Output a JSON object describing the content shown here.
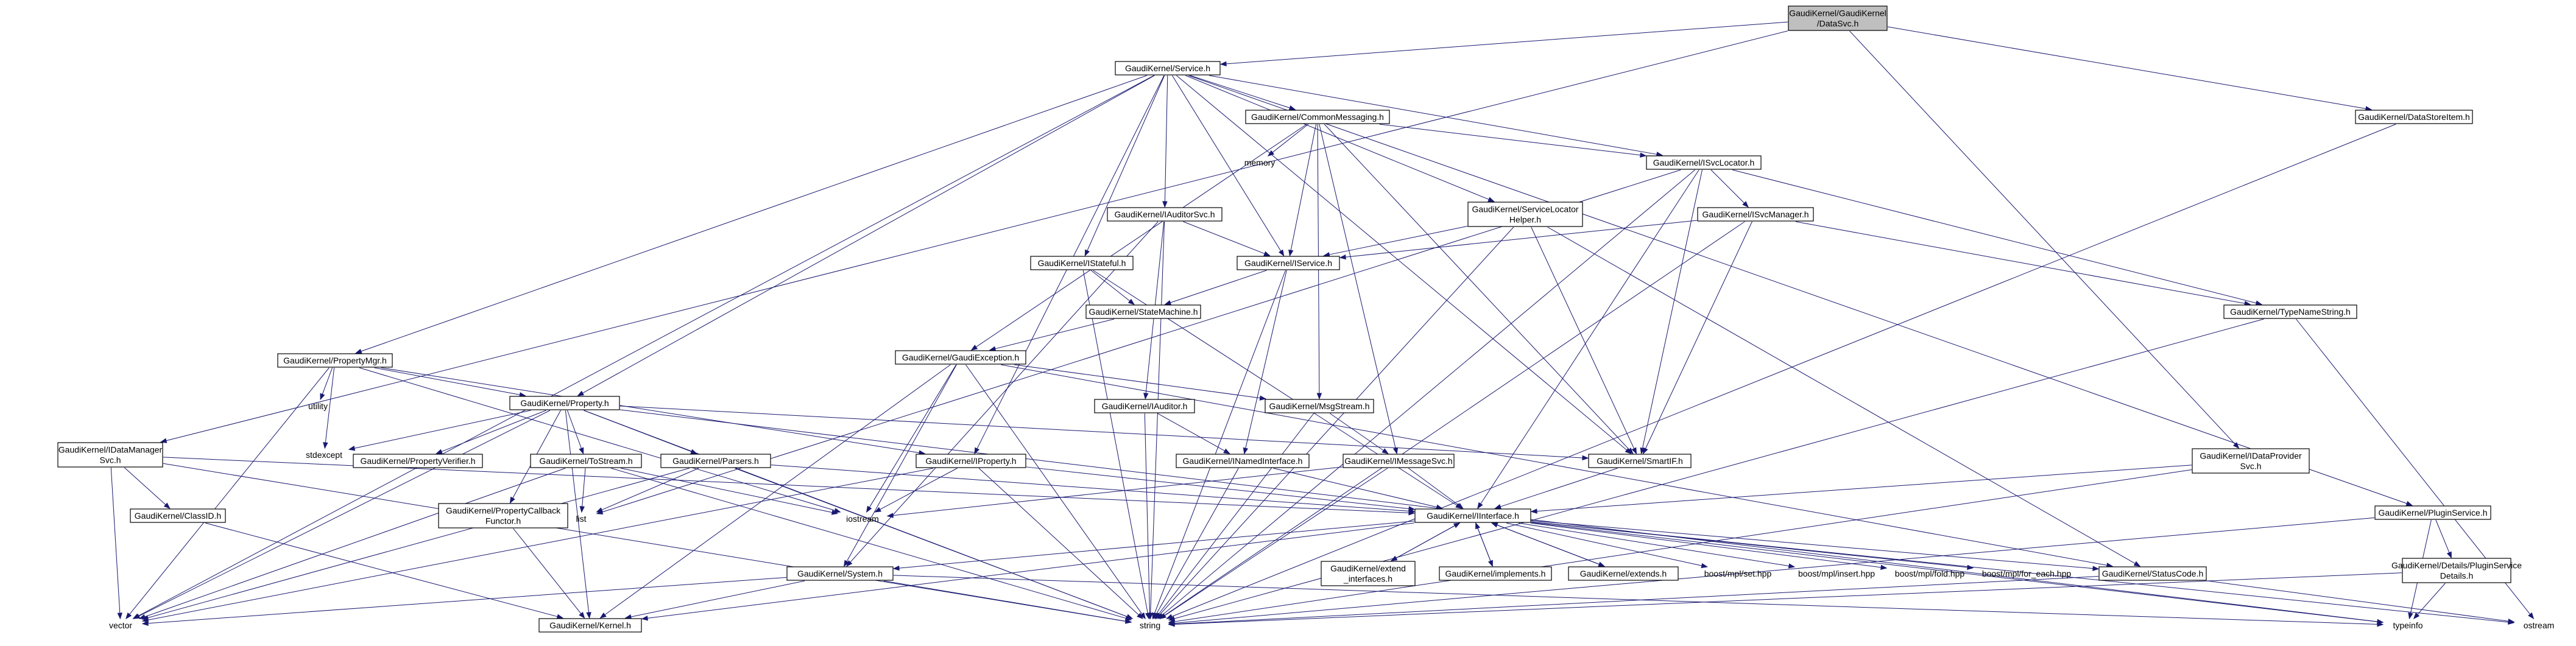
{
  "colors": {
    "root_fill": "#bfbfbf",
    "node_fill": "#ffffff",
    "border_normal": "#000000",
    "border_truncated": "#ff0000",
    "edge": "#191970"
  },
  "nodes": {
    "datasvc": [
      "GaudiKernel/GaudiKernel",
      "/DataSvc.h"
    ],
    "service": [
      "GaudiKernel/Service.h"
    ],
    "commonmessaging": [
      "GaudiKernel/CommonMessaging.h"
    ],
    "datastoreitem": [
      "GaudiKernel/DataStoreItem.h"
    ],
    "isvclocator": [
      "GaudiKernel/ISvcLocator.h"
    ],
    "memory": [
      "memory"
    ],
    "iauditorsvc": [
      "GaudiKernel/IAuditorSvc.h"
    ],
    "servicelocatorhelper": [
      "GaudiKernel/ServiceLocator",
      "Helper.h"
    ],
    "isvcmanager": [
      "GaudiKernel/ISvcManager.h"
    ],
    "istateful": [
      "GaudiKernel/IStateful.h"
    ],
    "iservice": [
      "GaudiKernel/IService.h"
    ],
    "statemachine": [
      "GaudiKernel/StateMachine.h"
    ],
    "typenamestring": [
      "GaudiKernel/TypeNameString.h"
    ],
    "propertymgr": [
      "GaudiKernel/PropertyMgr.h"
    ],
    "utility": [
      "utility"
    ],
    "gaudiexception": [
      "GaudiKernel/GaudiException.h"
    ],
    "property": [
      "GaudiKernel/Property.h"
    ],
    "iauditor": [
      "GaudiKernel/IAuditor.h"
    ],
    "msgstream": [
      "GaudiKernel/MsgStream.h"
    ],
    "idatamanagersvc": [
      "GaudiKernel/IDataManager",
      "Svc.h"
    ],
    "stdexcept": [
      "stdexcept"
    ],
    "propertyverifier": [
      "GaudiKernel/PropertyVerifier.h"
    ],
    "tostream": [
      "GaudiKernel/ToStream.h"
    ],
    "parsers": [
      "GaudiKernel/Parsers.h"
    ],
    "iproperty": [
      "GaudiKernel/IProperty.h"
    ],
    "inamedinterface": [
      "GaudiKernel/INamedInterface.h"
    ],
    "imessagesvc": [
      "GaudiKernel/IMessageSvc.h"
    ],
    "smartif": [
      "GaudiKernel/SmartIF.h"
    ],
    "idataprovidersvc": [
      "GaudiKernel/IDataProvider",
      "Svc.h"
    ],
    "pluginservice": [
      "GaudiKernel/PluginService.h"
    ],
    "iclassid": [
      "GaudiKernel/ClassID.h"
    ],
    "propertycallbackfunctor": [
      "GaudiKernel/PropertyCallback",
      "Functor.h"
    ],
    "list": [
      "list"
    ],
    "iostream": [
      "iostream"
    ],
    "iinterface": [
      "GaudiKernel/IInterface.h"
    ],
    "pluginservicedetails": [
      "GaudiKernel/Details/PluginService",
      "Details.h"
    ],
    "system": [
      "GaudiKernel/System.h"
    ],
    "extend_interfaces": [
      "GaudiKernel/extend",
      "_interfaces.h"
    ],
    "implements": [
      "GaudiKernel/implements.h"
    ],
    "extends": [
      "GaudiKernel/extends.h"
    ],
    "mpl_set": [
      "boost/mpl/set.hpp"
    ],
    "mpl_insert": [
      "boost/mpl/insert.hpp"
    ],
    "mpl_fold": [
      "boost/mpl/fold.hpp"
    ],
    "mpl_for_each": [
      "boost/mpl/for_each.hpp"
    ],
    "statuscode": [
      "GaudiKernel/StatusCode.h"
    ],
    "vector": [
      "vector"
    ],
    "kernel": [
      "GaudiKernel/Kernel.h"
    ],
    "string": [
      "string"
    ],
    "typeinfo": [
      "typeinfo"
    ],
    "ostream": [
      "ostream"
    ]
  }
}
